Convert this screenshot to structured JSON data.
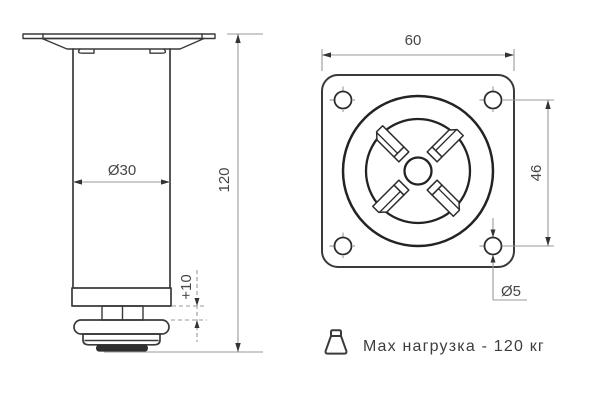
{
  "side_view": {
    "dim_diameter": "Ø30",
    "dim_height": "120",
    "dim_adjust": "+10"
  },
  "top_view": {
    "dim_width": "60",
    "dim_hole_spacing": "46",
    "dim_hole_diameter": "Ø5"
  },
  "load_note": {
    "icon": "weight-icon",
    "text": "Max нагрузка - 120 кг"
  },
  "colors": {
    "outline": "#3a3a3a",
    "circle_outline": "#232323",
    "dimension_line": "#999999",
    "dimension_text": "#474747",
    "foot_pad_fill": "#2e2e2e",
    "background": "#ffffff"
  }
}
